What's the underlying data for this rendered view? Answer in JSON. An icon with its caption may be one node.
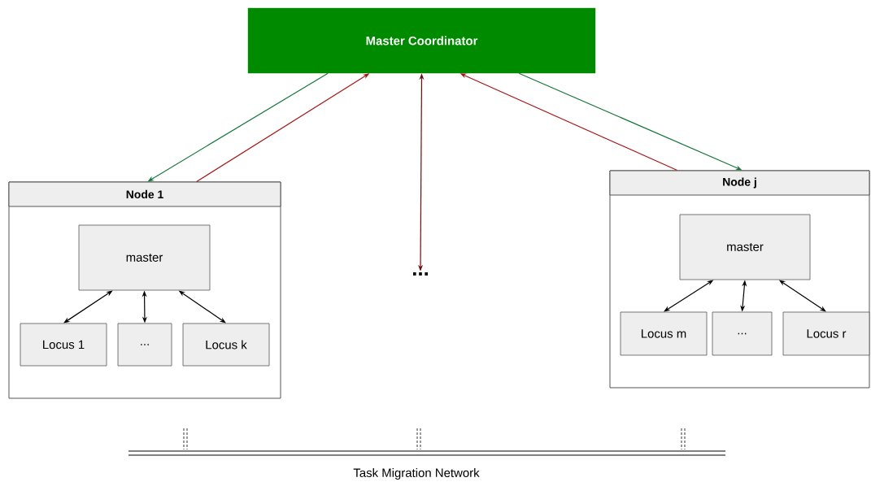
{
  "diagram": {
    "nodes": [
      {
        "text": [
          "Master Coordinator"
        ]
      },
      {
        "text": [
          "Node 1"
        ]
      },
      {
        "text": [
          "master"
        ],
        "in": 1
      },
      {
        "text": [
          "Locus 1"
        ],
        "in": 1
      },
      {
        "text": [
          "..."
        ],
        "in": 1
      },
      {
        "text": [
          "Locus k"
        ],
        "in": 1
      },
      {
        "text": [
          "..."
        ]
      },
      {
        "text": [
          "Node j"
        ]
      },
      {
        "text": [
          "master"
        ],
        "in": 7
      },
      {
        "text": [
          "Locus m"
        ],
        "in": 7
      },
      {
        "text": [
          "..."
        ],
        "in": 7
      },
      {
        "text": [
          "Locus r"
        ],
        "in": 7
      }
    ],
    "edges": [
      {
        "from": 0,
        "to": 1,
        "arrow": "to",
        "color": "#17773d"
      },
      {
        "from": 1,
        "to": 0,
        "arrow": "to",
        "color": "#a61616"
      },
      {
        "from": 0,
        "to": 6,
        "arrow": "both",
        "color": "#6b0d0d"
      },
      {
        "from": 7,
        "to": 0,
        "arrow": "to",
        "color": "#a61616"
      },
      {
        "from": 0,
        "to": 7,
        "arrow": "to",
        "color": "#17773d"
      },
      {
        "from": 2,
        "to": 3,
        "arrow": "both"
      },
      {
        "from": 2,
        "to": 4,
        "arrow": "both"
      },
      {
        "from": 2,
        "to": 5,
        "arrow": "both"
      },
      {
        "from": 8,
        "to": 9,
        "arrow": "both"
      },
      {
        "from": 8,
        "to": 10,
        "arrow": "both"
      },
      {
        "from": 8,
        "to": 11,
        "arrow": "both"
      }
    ],
    "labels": [
      "Task Migration Network"
    ]
  }
}
